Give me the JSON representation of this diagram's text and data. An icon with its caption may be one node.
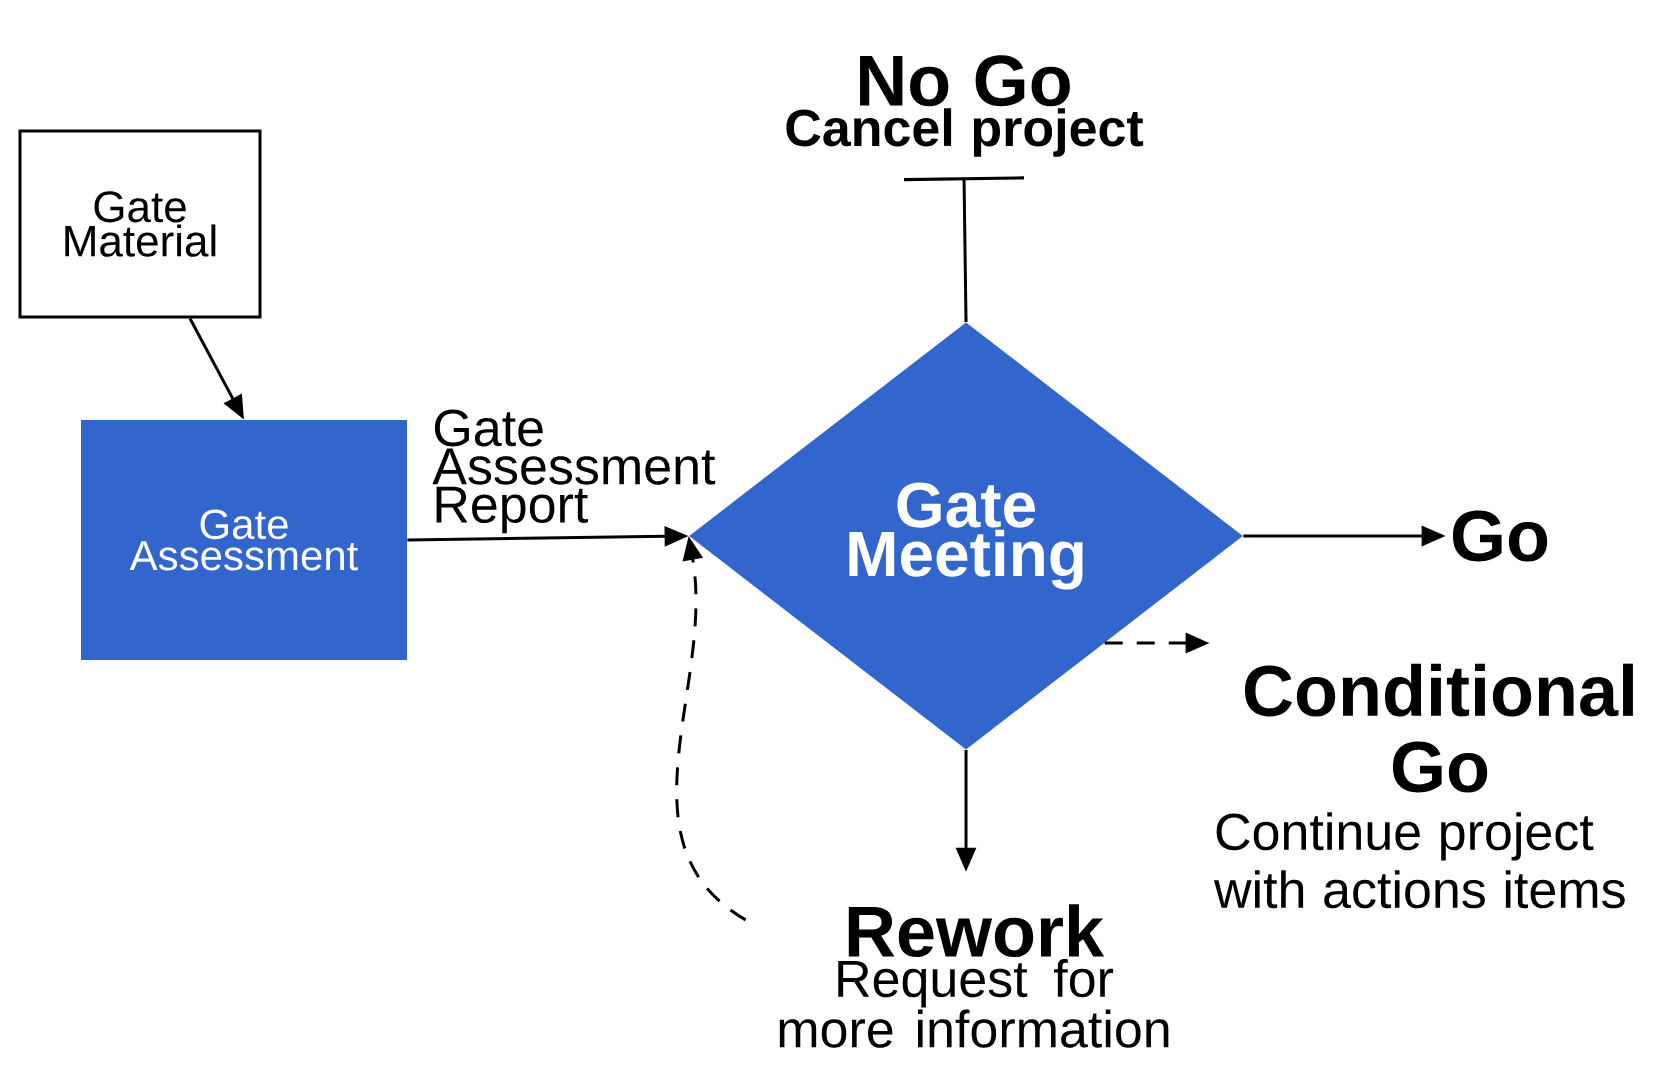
{
  "diagram": {
    "nodes": [
      {
        "text": [
          "Gate Material"
        ]
      },
      {
        "text": [
          "Gate Assessment"
        ]
      },
      {
        "text": [
          "Gate Meeting"
        ]
      },
      {
        "text": [
          "No Go",
          "Cancel project"
        ]
      },
      {
        "text": [
          "Go"
        ]
      },
      {
        "text": [
          "Conditional Go",
          "Continue project with actions items"
        ]
      },
      {
        "text": [
          "Rework",
          "Request for more information"
        ]
      }
    ],
    "edges": [
      {
        "from": 0,
        "to": 1,
        "arrow": "to"
      },
      {
        "from": 1,
        "to": 2,
        "arrow": "to",
        "label": "Gate Assessment Report"
      },
      {
        "from": 2,
        "to": 3,
        "arrow": "other"
      },
      {
        "from": 2,
        "to": 4,
        "arrow": "to"
      },
      {
        "from": 2,
        "to": 5,
        "arrow": "to",
        "style": "dashed"
      },
      {
        "from": 2,
        "to": 6,
        "arrow": "to"
      },
      {
        "from": 6,
        "to": 2,
        "arrow": "to",
        "style": "dashed"
      }
    ]
  }
}
